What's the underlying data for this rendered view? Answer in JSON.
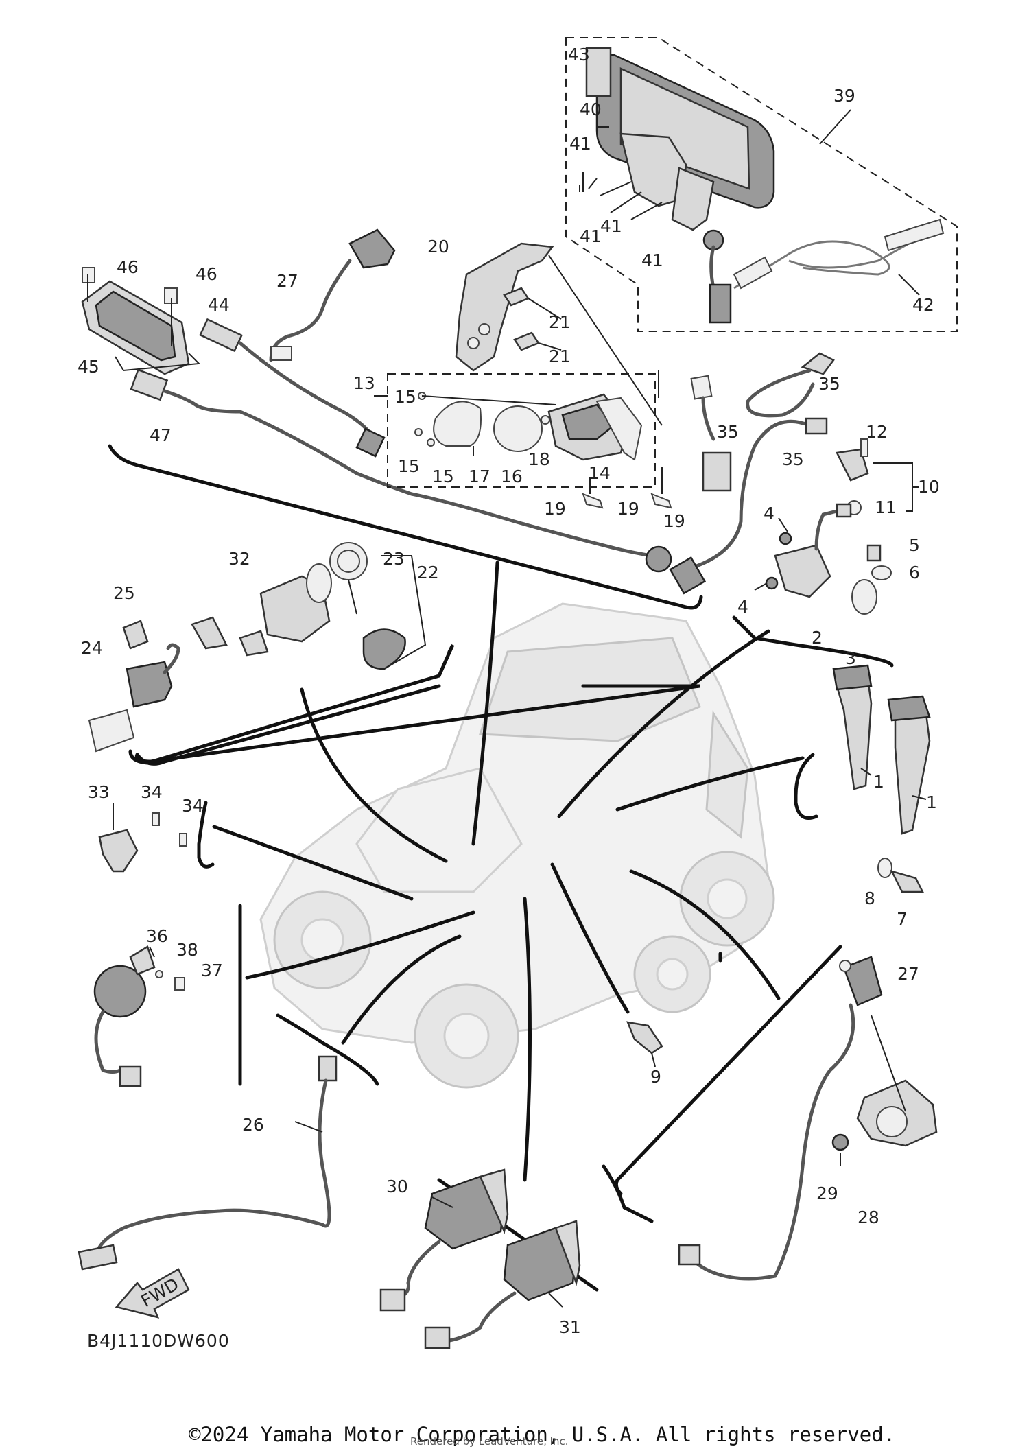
{
  "diagram": {
    "code": "B4J1110DW600",
    "fwd_label": "FWD",
    "copyright": "©2024 Yamaha Motor Corporation, U.S.A. All rights reserved.",
    "rendered_by": "Rendered by LeadVenture, Inc."
  },
  "callouts": {
    "c1a": "1",
    "c1b": "1",
    "c2": "2",
    "c3": "3",
    "c4a": "4",
    "c4b": "4",
    "c5": "5",
    "c6": "6",
    "c7": "7",
    "c8": "8",
    "c9": "9",
    "c10": "10",
    "c11": "11",
    "c12": "12",
    "c13": "13",
    "c14": "14",
    "c15a": "15",
    "c15b": "15",
    "c15c": "15",
    "c16": "16",
    "c17": "17",
    "c18": "18",
    "c19a": "19",
    "c19b": "19",
    "c19c": "19",
    "c20": "20",
    "c21a": "21",
    "c21b": "21",
    "c22": "22",
    "c23": "23",
    "c24": "24",
    "c25": "25",
    "c26": "26",
    "c27a": "27",
    "c27b": "27",
    "c28": "28",
    "c29": "29",
    "c30": "30",
    "c31": "31",
    "c32": "32",
    "c33": "33",
    "c34a": "34",
    "c34b": "34",
    "c35a": "35",
    "c35b": "35",
    "c35c": "35",
    "c36": "36",
    "c37": "37",
    "c38": "38",
    "c39": "39",
    "c40": "40",
    "c41a": "41",
    "c41b": "41",
    "c41c": "41",
    "c41d": "41",
    "c42": "42",
    "c43": "43",
    "c44": "44",
    "c45": "45",
    "c46a": "46",
    "c46b": "46",
    "c47": "47"
  }
}
